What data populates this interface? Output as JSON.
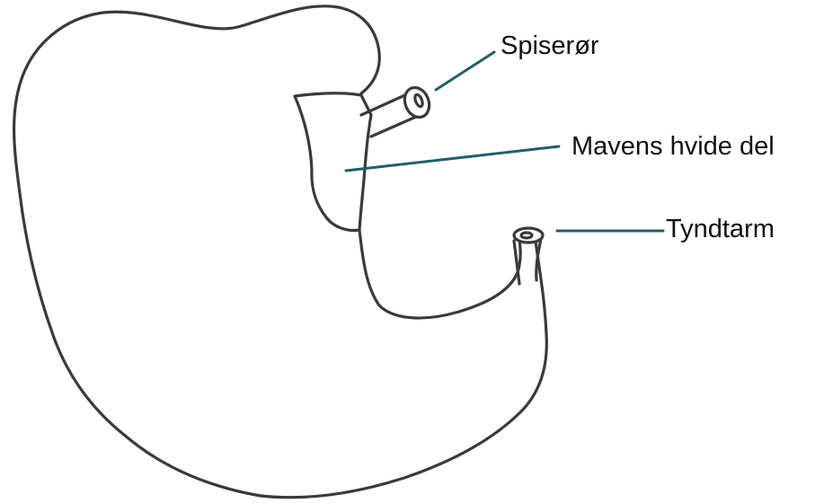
{
  "diagram": {
    "labels": {
      "esophagus": "Spiserør",
      "white_part": "Mavens hvide del",
      "small_intestine": "Tyndtarm"
    },
    "colors": {
      "outline": "#3a3a3a",
      "leader_line": "#1f5f6b",
      "text": "#111111",
      "background": "#ffffff"
    }
  }
}
